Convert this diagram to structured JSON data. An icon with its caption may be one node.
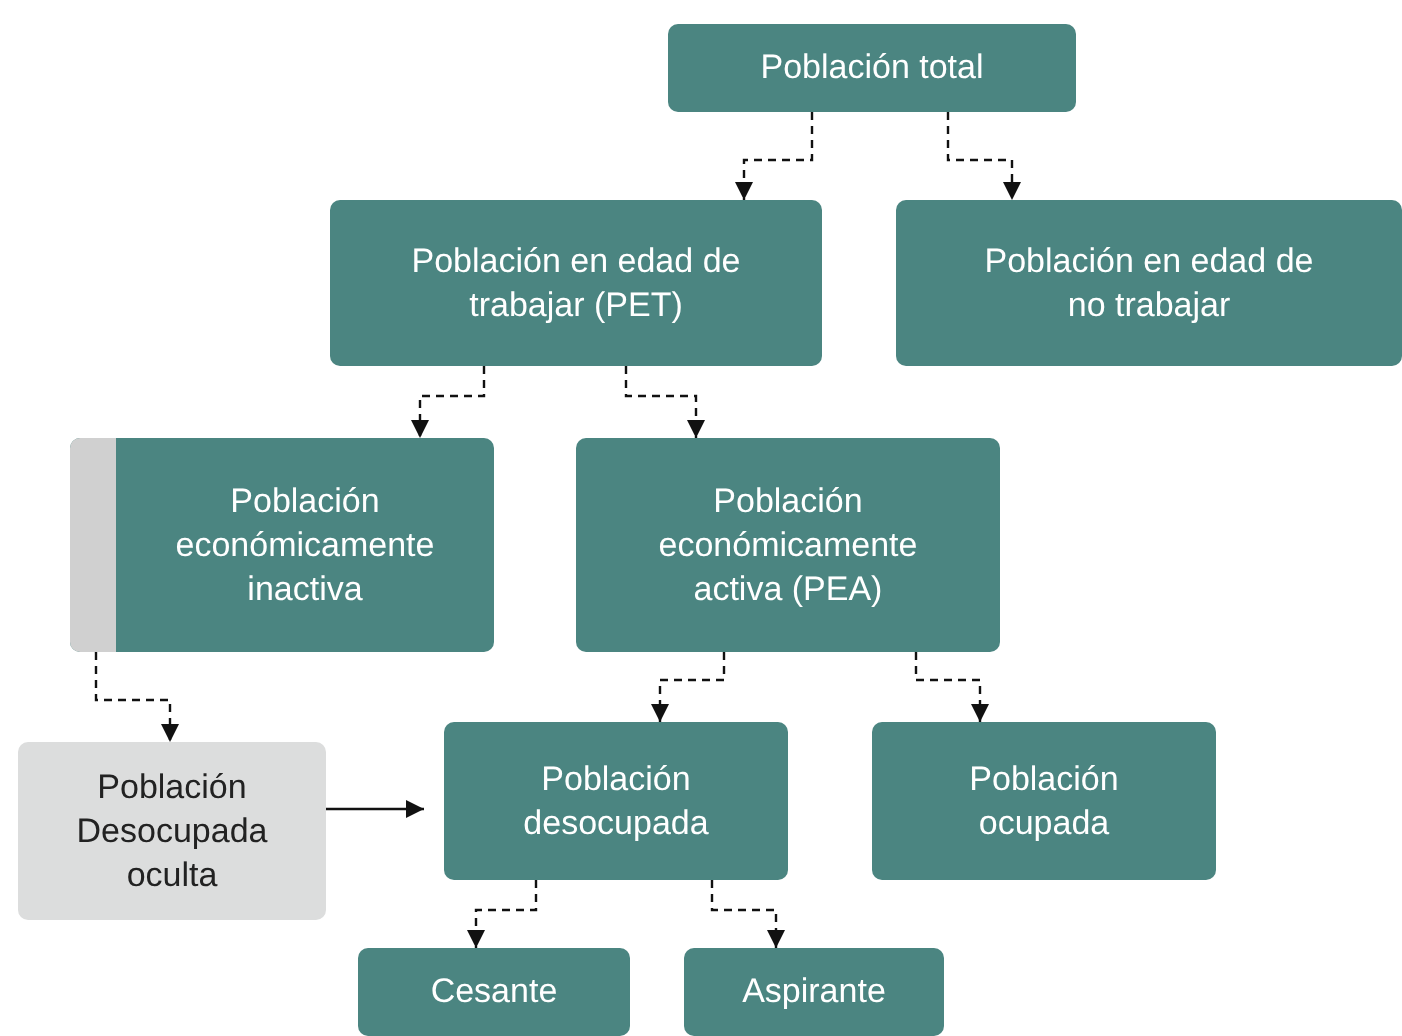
{
  "diagram": {
    "nodes": [
      {
        "text": [
          "Población total"
        ]
      },
      {
        "text": [
          "Población en edad de trabajar (PET)"
        ]
      },
      {
        "text": [
          "Población en edad de no trabajar"
        ]
      },
      {
        "text": [
          "Población económicamente inactiva"
        ]
      },
      {
        "text": [
          "Población económicamente activa (PEA)"
        ]
      },
      {
        "text": [
          "Población Desocupada oculta"
        ]
      },
      {
        "text": [
          "Población desocupada"
        ]
      },
      {
        "text": [
          "Población ocupada"
        ]
      },
      {
        "text": [
          "Cesante"
        ]
      },
      {
        "text": [
          "Aspirante"
        ]
      }
    ],
    "edges": [
      {
        "from": 0,
        "to": 1,
        "arrow": "to",
        "style": "dashed"
      },
      {
        "from": 0,
        "to": 2,
        "arrow": "to",
        "style": "dashed"
      },
      {
        "from": 1,
        "to": 3,
        "arrow": "to",
        "style": "dashed"
      },
      {
        "from": 1,
        "to": 4,
        "arrow": "to",
        "style": "dashed"
      },
      {
        "from": 3,
        "to": 5,
        "arrow": "to",
        "style": "dashed"
      },
      {
        "from": 4,
        "to": 6,
        "arrow": "to",
        "style": "dashed"
      },
      {
        "from": 4,
        "to": 7,
        "arrow": "to",
        "style": "dashed"
      },
      {
        "from": 5,
        "to": 6,
        "arrow": "to"
      },
      {
        "from": 6,
        "to": 8,
        "arrow": "to",
        "style": "dashed"
      },
      {
        "from": 6,
        "to": 9,
        "arrow": "to",
        "style": "dashed"
      }
    ]
  }
}
